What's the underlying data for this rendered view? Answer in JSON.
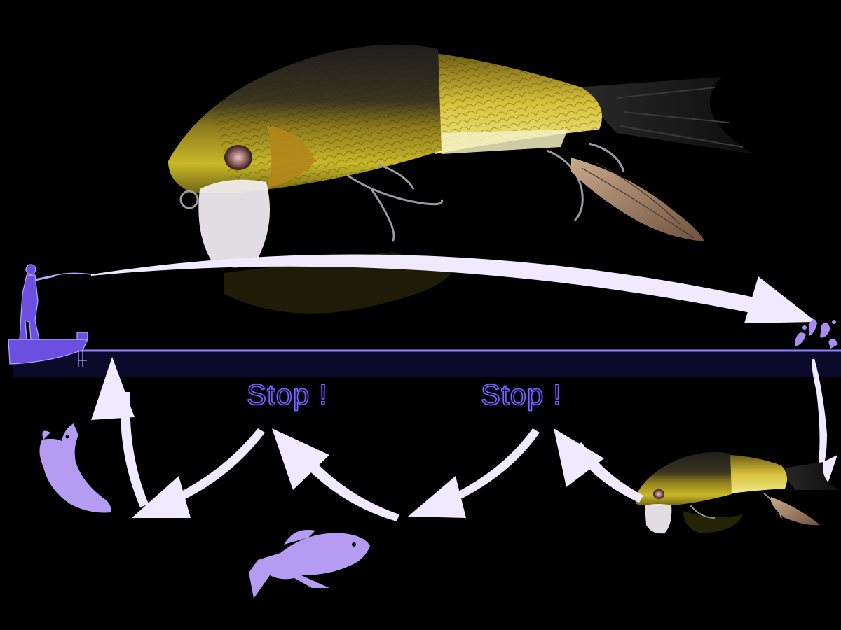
{
  "labels": {
    "stop_1": "Stop !",
    "stop_2": "Stop !"
  },
  "colors": {
    "background": "#000000",
    "water_line": "#8f80ff",
    "water_band": "#0b0a2a",
    "arrow": "#efeaff",
    "silhouette": "#b59cf2",
    "label_stroke": "#7a66ff",
    "lure_body": "#b8a21a",
    "lure_back": "#2a2a2a"
  },
  "icons": [
    "angler-on-boat-icon",
    "splash-icon",
    "bass-jumping-icon",
    "bass-swimming-icon",
    "jointed-lure-large",
    "jointed-lure-small"
  ]
}
